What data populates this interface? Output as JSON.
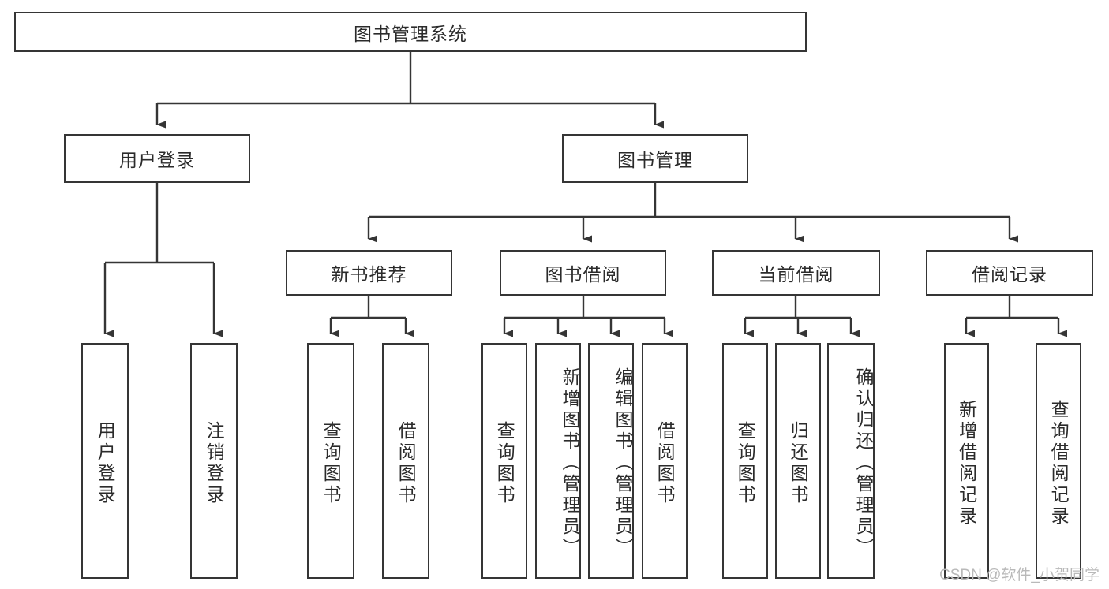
{
  "diagram": {
    "type": "tree-hierarchy",
    "title": "图书管理系统",
    "stroke_color": "#353535",
    "text_color": "#2b2b2b",
    "background_color": "#ffffff",
    "watermark": "CSDN @软件_小贺同学",
    "levels": {
      "root": {
        "label": "图书管理系统"
      },
      "level2": [
        {
          "label": "用户登录"
        },
        {
          "label": "图书管理"
        }
      ],
      "level3": [
        {
          "label": "新书推荐"
        },
        {
          "label": "图书借阅"
        },
        {
          "label": "当前借阅"
        },
        {
          "label": "借阅记录"
        }
      ],
      "leaves": {
        "user_login": [
          {
            "label": "用户登录"
          },
          {
            "label": "注销登录"
          }
        ],
        "new_book_recommend": [
          {
            "label": "查询图书"
          },
          {
            "label": "借阅图书"
          }
        ],
        "book_borrow": [
          {
            "label": "查询图书"
          },
          {
            "label": "新增图书（管理员）"
          },
          {
            "label": "编辑图书（管理员）"
          },
          {
            "label": "借阅图书"
          }
        ],
        "current_borrow": [
          {
            "label": "查询图书"
          },
          {
            "label": "归还图书"
          },
          {
            "label": "确认归还（管理员）"
          }
        ],
        "borrow_record": [
          {
            "label": "新增借阅记录"
          },
          {
            "label": "查询借阅记录"
          }
        ]
      }
    }
  }
}
